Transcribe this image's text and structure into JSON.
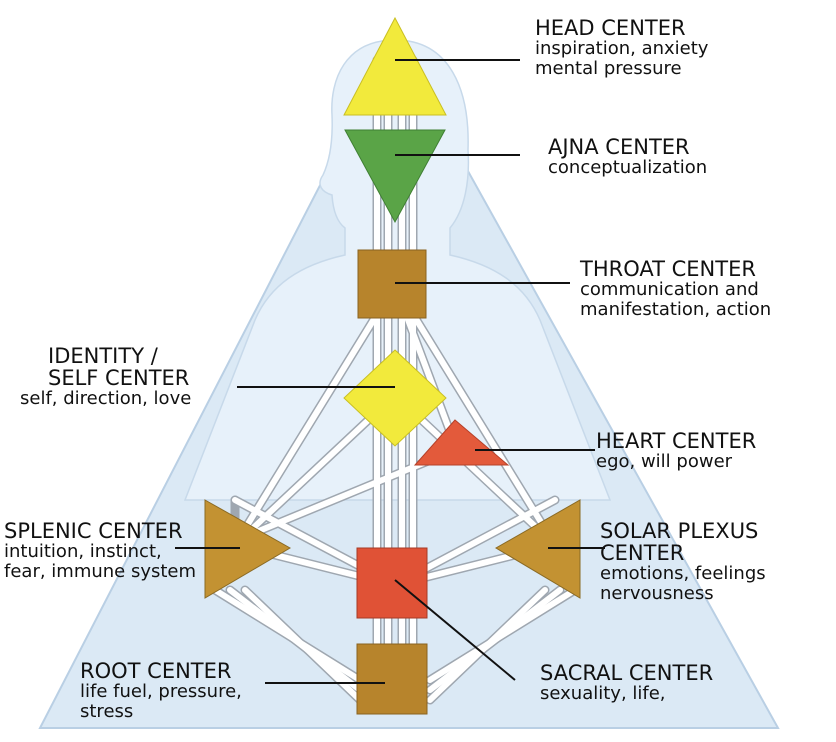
{
  "colors": {
    "background_triangle": "#dbe9f5",
    "triangle_edge": "#b9cfe4",
    "channel_fill": "#ffffff",
    "channel_stroke": "#9fa7b0",
    "head": "#f2ea3c",
    "ajna": "#5aa447",
    "throat": "#b7842c",
    "identity": "#f2ea3c",
    "heart": "#e35a3b",
    "spleen": "#c39232",
    "solar_plexus": "#c39232",
    "sacral": "#e05236",
    "root": "#b7842c",
    "leader": "#111111"
  },
  "centers": {
    "head": {
      "icon": "upward-triangle",
      "title": "HEAD CENTER",
      "lines": [
        "inspiration, anxiety",
        "mental pressure"
      ]
    },
    "ajna": {
      "icon": "downward-triangle",
      "title": "AJNA CENTER",
      "lines": [
        "conceptualization"
      ]
    },
    "throat": {
      "icon": "square",
      "title": "THROAT CENTER",
      "lines": [
        "communication and",
        "manifestation, action"
      ]
    },
    "identity": {
      "icon": "diamond",
      "title_lines": [
        "IDENTITY /",
        "SELF CENTER"
      ],
      "lines": [
        "self, direction, love"
      ]
    },
    "heart": {
      "icon": "small-triangle",
      "title": "HEART CENTER",
      "lines": [
        "ego, will power"
      ]
    },
    "spleen": {
      "icon": "right-pointing-triangle",
      "title": "SPLENIC CENTER",
      "lines": [
        "intuition, instinct,",
        "fear, immune system"
      ]
    },
    "solar": {
      "icon": "left-pointing-triangle",
      "title_lines": [
        "SOLAR PLEXUS",
        "CENTER"
      ],
      "lines": [
        "emotions, feelings",
        "nervousness"
      ]
    },
    "sacral": {
      "icon": "square",
      "title": "SACRAL CENTER",
      "lines": [
        "sexuality, life,"
      ]
    },
    "root": {
      "icon": "square",
      "title": "ROOT CENTER",
      "lines": [
        "life fuel, pressure,",
        "stress"
      ]
    }
  }
}
